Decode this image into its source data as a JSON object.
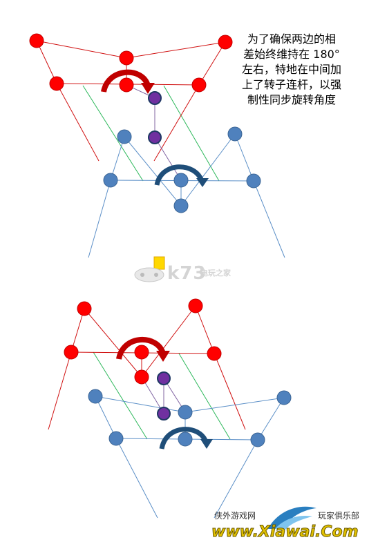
{
  "caption": {
    "lines": [
      "为了确保两边的相",
      "差始终维持在 180°",
      "左右，特地在中间加",
      "上了转子连杆，以强",
      "制性同步旋转角度"
    ]
  },
  "watermark_k73": {
    "text": "k73",
    "sub": "电玩之家"
  },
  "watermark_xiawai": {
    "site_name": "侠外游戏网",
    "url": "www.Xiawai.Com",
    "club": "玩家俱乐部"
  },
  "colors": {
    "red": "#ff0000",
    "red_stroke": "#b22222",
    "blue_node": "#4f81bd",
    "blue_line": "#5b8fc7",
    "green_line": "#2db85b",
    "purple_node": "#7030a0",
    "purple_line": "#8064a2",
    "arrow_red": "#c00000",
    "arrow_blue": "#1f4e79"
  }
}
